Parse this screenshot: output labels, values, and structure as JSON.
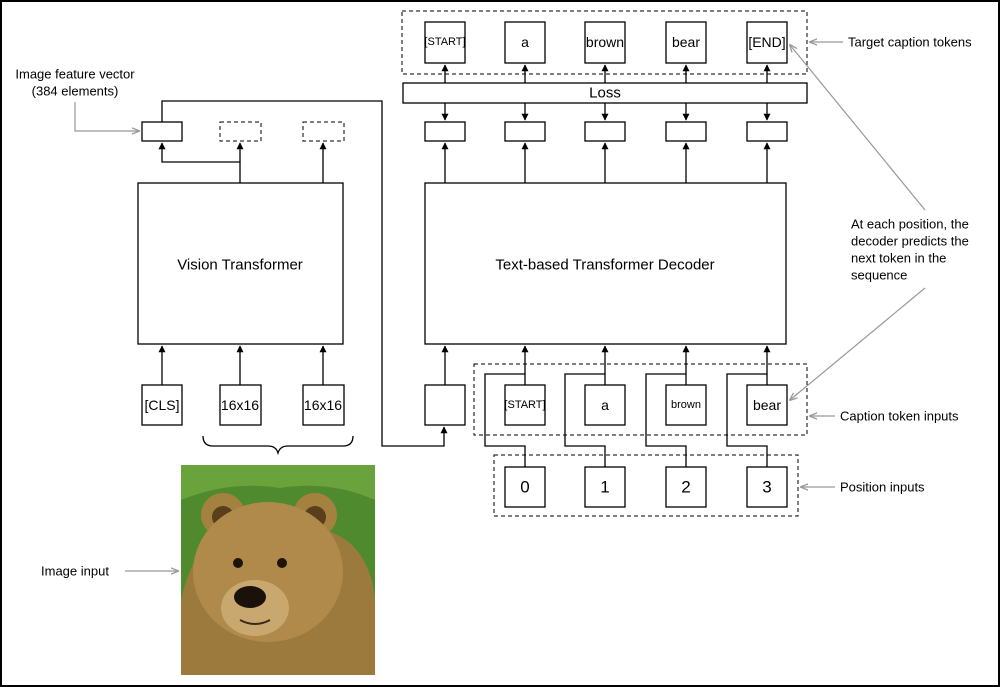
{
  "target_tokens": [
    "[START]",
    "a",
    "brown",
    "bear",
    "[END]"
  ],
  "loss_label": "Loss",
  "decoder_label": "Text-based Transformer Decoder",
  "vit_label": "Vision Transformer",
  "vit_inputs": [
    "[CLS]",
    "16x16",
    "16x16"
  ],
  "caption_inputs": [
    "[START]",
    "a",
    "brown",
    "bear"
  ],
  "position_inputs": [
    "0",
    "1",
    "2",
    "3"
  ],
  "annotations": {
    "feature_vector_line1": "Image feature vector",
    "feature_vector_line2": "(384 elements)",
    "target_caption": "Target caption tokens",
    "decoder_predicts_line1": "At each position, the",
    "decoder_predicts_line2": "decoder predicts the",
    "decoder_predicts_line3": "next token in the",
    "decoder_predicts_line4": "sequence",
    "caption_token_inputs": "Caption token inputs",
    "position_inputs": "Position inputs",
    "image_input": "Image input"
  },
  "colors": {
    "line": "#000000",
    "annotation_arrow": "#999999",
    "bear_fur": "#b08a4a",
    "grass": "#4f8a2f"
  }
}
